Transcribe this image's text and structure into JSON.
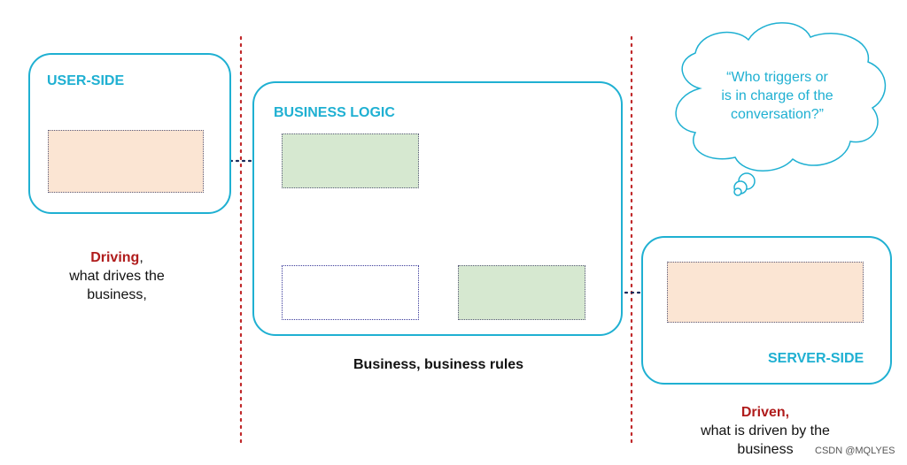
{
  "panels": {
    "user_side": "USER-SIDE",
    "business_logic": "BUSINESS LOGIC",
    "server_side": "SERVER-SIDE"
  },
  "captions": {
    "driving": {
      "emphasis": "Driving",
      "rest_first": ",",
      "line2": "what drives the",
      "line3": "business,"
    },
    "business_rules": "Business, business rules",
    "driven": {
      "emphasis": "Driven,",
      "line2": "what is driven by the",
      "line3": "business"
    }
  },
  "thought_bubble": {
    "line1": "“Who triggers or",
    "line2": "is in charge of the",
    "line3": "conversation?”"
  },
  "watermark": "CSDN @MQLYES",
  "colors": {
    "panel_border": "#1fb0d2",
    "peach": "#fbe5d3",
    "green": "#d6e8d0",
    "red_accent": "#b01c1c",
    "arrow": "#1a2a5a"
  }
}
